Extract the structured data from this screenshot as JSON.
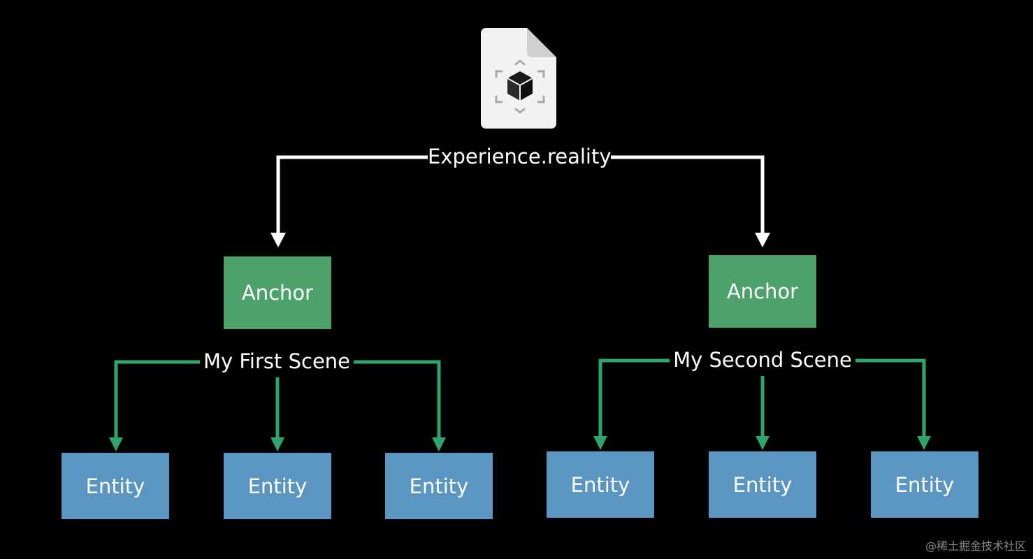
{
  "file": {
    "icon": "reality-file-icon",
    "name": "Experience.reality"
  },
  "scenes": [
    {
      "name": "My First Scene",
      "anchor": "Anchor",
      "entities": [
        "Entity",
        "Entity",
        "Entity"
      ]
    },
    {
      "name": "My Second Scene",
      "anchor": "Anchor",
      "entities": [
        "Entity",
        "Entity",
        "Entity"
      ]
    }
  ],
  "colors": {
    "background": "#000000",
    "anchor": "#4ca26a",
    "entity": "#5b95c2",
    "root_connector": "#ffffff",
    "scene_connector": "#2fa56e"
  },
  "watermark": "@稀土掘金技术社区"
}
